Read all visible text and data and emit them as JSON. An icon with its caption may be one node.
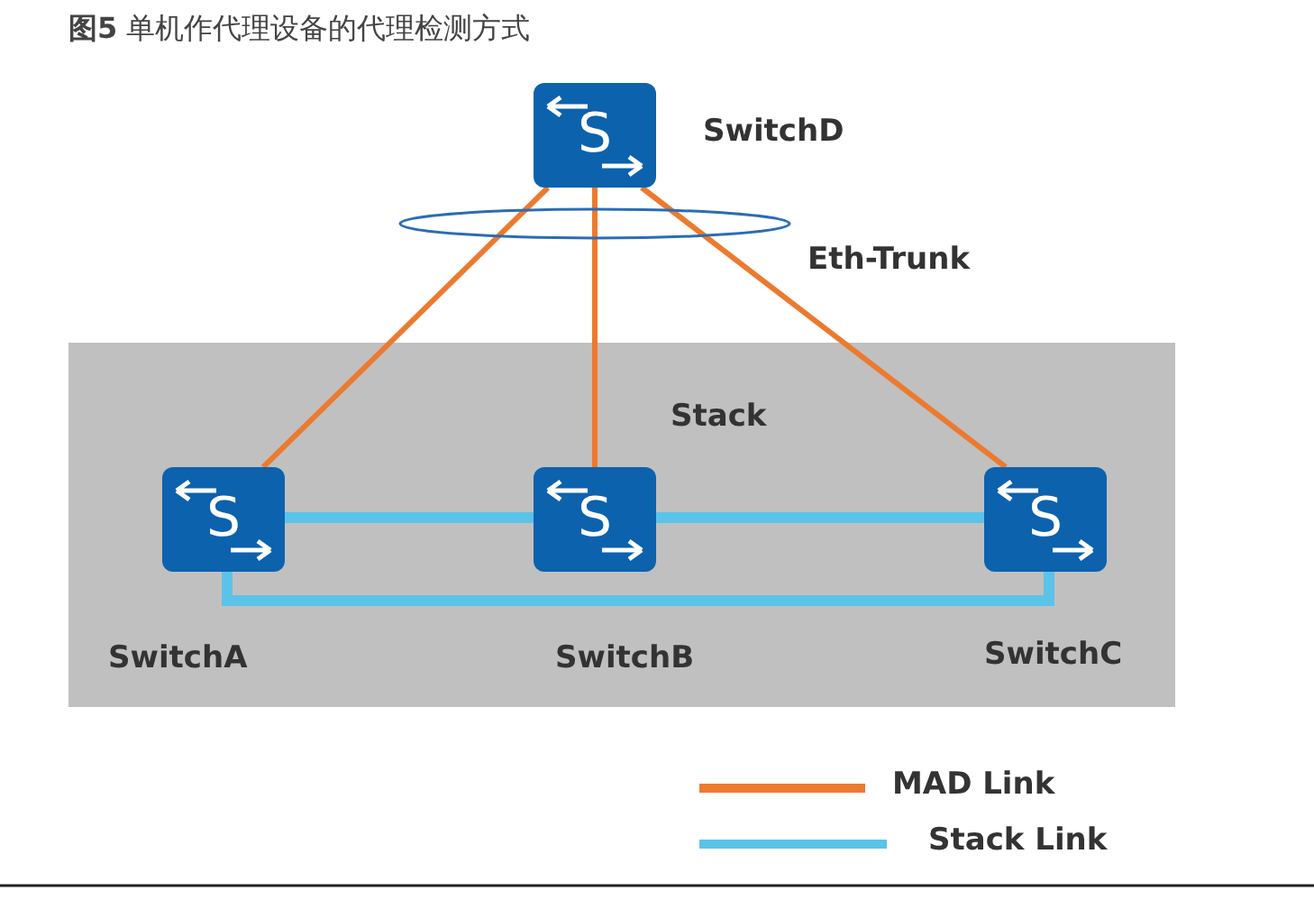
{
  "diagram": {
    "title": "**图5** 单机作代理设备的代理检测方式",
    "nodes": [
      {
        "text": [
          "Stack"
        ]
      },
      {
        "text": [
          "S"
        ],
        "beside": [
          "SwitchD"
        ]
      },
      {
        "text": [
          "S"
        ],
        "beside": [
          "SwitchA"
        ],
        "in": 0
      },
      {
        "text": [
          "S"
        ],
        "beside": [
          "SwitchB"
        ],
        "in": 0
      },
      {
        "text": [
          "S"
        ],
        "beside": [
          "SwitchC"
        ],
        "in": 0
      }
    ],
    "labels": [
      "Eth-Trunk"
    ],
    "edges": [
      {
        "from": 1,
        "to": 2,
        "arrow": "none",
        "color": "#ec7a2f"
      },
      {
        "from": 1,
        "to": 3,
        "arrow": "none",
        "color": "#ec7a2f"
      },
      {
        "from": 1,
        "to": 4,
        "arrow": "none",
        "color": "#ec7a2f"
      },
      {
        "from": 2,
        "to": 3,
        "arrow": "none",
        "style": "thick",
        "color": "#5bc3e8"
      },
      {
        "from": 3,
        "to": 4,
        "arrow": "none",
        "style": "thick",
        "color": "#5bc3e8"
      },
      {
        "from": 2,
        "to": 4,
        "arrow": "none",
        "style": "thick",
        "color": "#5bc3e8"
      }
    ],
    "legend": [
      {
        "text": "MAD Link"
      },
      {
        "text": "Stack Link"
      }
    ]
  }
}
